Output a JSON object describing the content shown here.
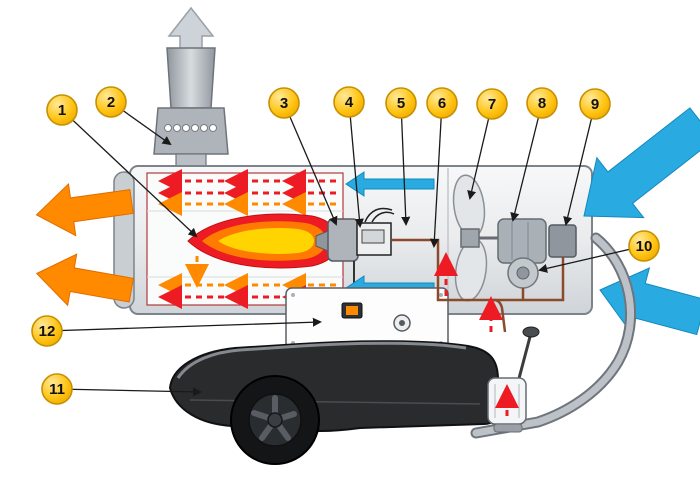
{
  "callouts": [
    {
      "label": "1"
    },
    {
      "label": "2"
    },
    {
      "label": "3"
    },
    {
      "label": "4"
    },
    {
      "label": "5"
    },
    {
      "label": "6"
    },
    {
      "label": "7"
    },
    {
      "label": "8"
    },
    {
      "label": "9"
    },
    {
      "label": "10"
    },
    {
      "label": "11"
    },
    {
      "label": "12"
    }
  ],
  "colors": {
    "callout_bg": "#FFC20E",
    "callout_border": "#C89000",
    "hot_air": "#FF8A00",
    "cold_air": "#29ABE2",
    "flue_red": "#ED1C24",
    "flame_yellow": "#FFD400",
    "fuel_line": "#8B4A2B",
    "exhaust_gray": "#CDD3D8"
  }
}
